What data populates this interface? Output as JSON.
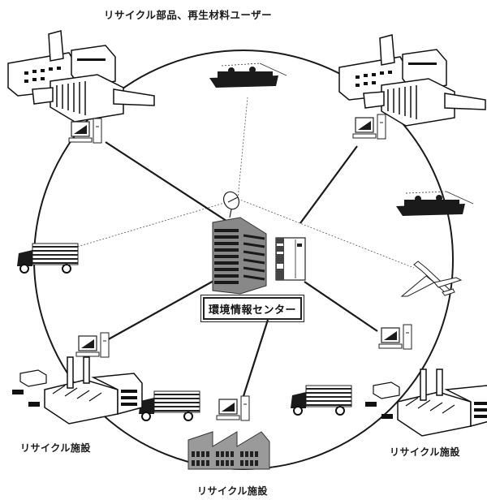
{
  "diagram": {
    "title_top": "リサイクル部品、再生材料ユーザー",
    "center_label": "環境情報センター",
    "labels": {
      "bottom_left": "リサイクル施設",
      "bottom_right": "リサイクル施設",
      "bottom_center": "リサイクル施設"
    },
    "nodes": [
      {
        "id": "user-factory-left",
        "type": "factory-complex",
        "label": "リサイクル部品、再生材料ユーザー"
      },
      {
        "id": "user-factory-right",
        "type": "factory-complex",
        "label": "リサイクル部品、再生材料ユーザー"
      },
      {
        "id": "ship-top",
        "type": "ship"
      },
      {
        "id": "ship-right",
        "type": "ship"
      },
      {
        "id": "airplane-right",
        "type": "airplane"
      },
      {
        "id": "truck-left",
        "type": "truck"
      },
      {
        "id": "truck-bottom-left",
        "type": "truck"
      },
      {
        "id": "truck-bottom-right",
        "type": "truck"
      },
      {
        "id": "recycle-plant-left",
        "type": "plant",
        "label": "リサイクル施設"
      },
      {
        "id": "recycle-plant-right",
        "type": "plant",
        "label": "リサイクル施設"
      },
      {
        "id": "recycle-plant-bottom",
        "type": "sawtooth-factory",
        "label": "リサイクル施設"
      },
      {
        "id": "info-center",
        "type": "building-with-dish",
        "label": "環境情報センター"
      }
    ],
    "terminals": [
      "computer-top-left",
      "computer-top-right",
      "computer-mid-left",
      "computer-mid-right",
      "computer-bottom"
    ]
  }
}
